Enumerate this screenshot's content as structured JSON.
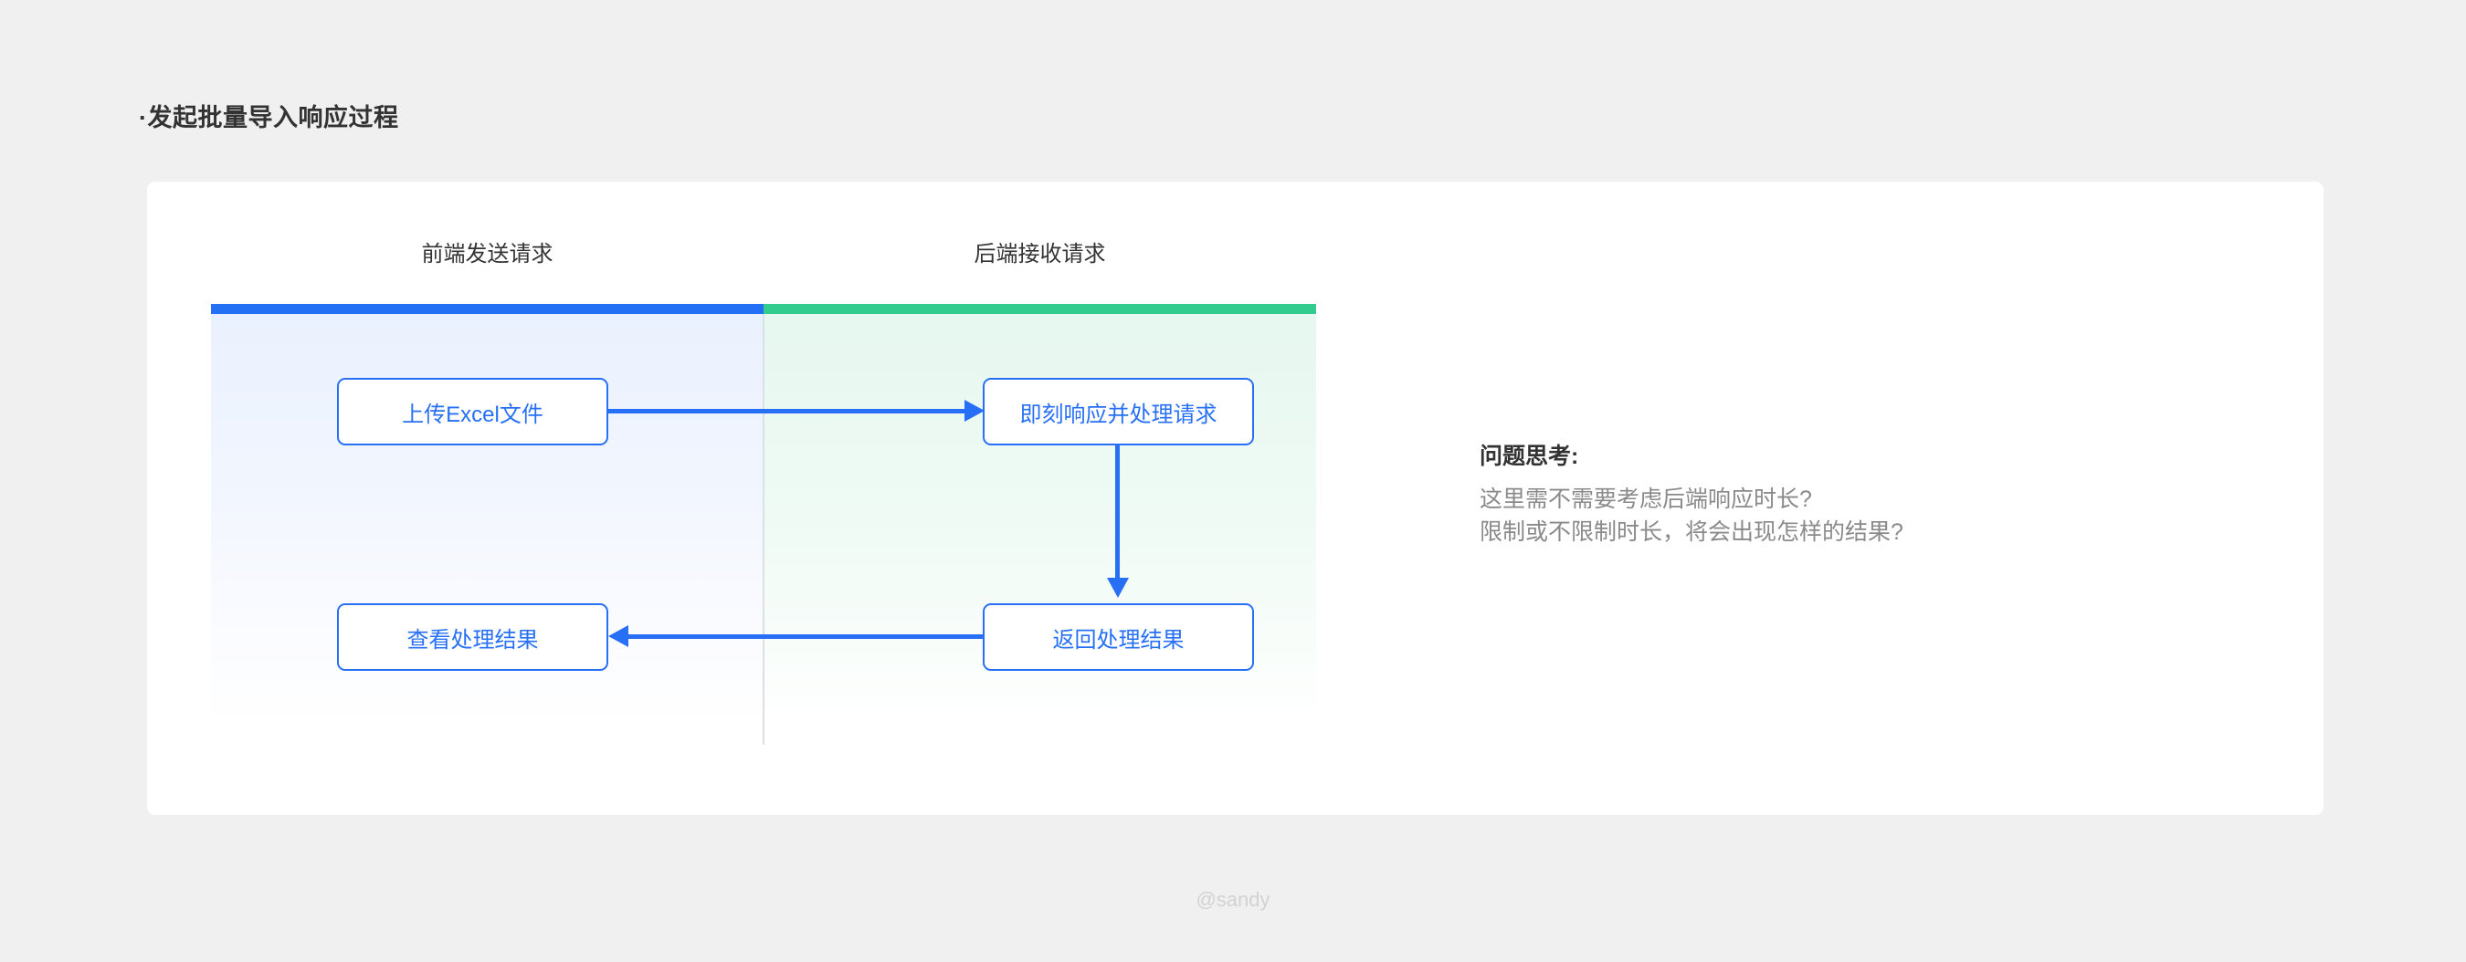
{
  "page": {
    "title": "·发起批量导入响应过程",
    "background_color": "#f0f0f0",
    "watermark": "@sandy"
  },
  "card": {
    "background_color": "#ffffff"
  },
  "diagram": {
    "type": "swimlane-flowchart",
    "lanes": [
      {
        "id": "frontend",
        "header": "前端发送请求",
        "bar_color": "#2370f4",
        "body_color": "#eaf1fe"
      },
      {
        "id": "backend",
        "header": "后端接收请求",
        "bar_color": "#33cc8f",
        "body_color": "#e6f8ef"
      }
    ],
    "nodes": [
      {
        "id": "upload-excel",
        "label": "上传Excel文件",
        "lane": "frontend",
        "row": 1
      },
      {
        "id": "respond-handle",
        "label": "即刻响应并处理请求",
        "lane": "backend",
        "row": 1
      },
      {
        "id": "view-result",
        "label": "查看处理结果",
        "lane": "frontend",
        "row": 2
      },
      {
        "id": "return-result",
        "label": "返回处理结果",
        "lane": "backend",
        "row": 2
      }
    ],
    "edges": [
      {
        "id": "upload-to-respond",
        "from": "upload-excel",
        "to": "respond-handle",
        "direction": "right"
      },
      {
        "id": "respond-to-return",
        "from": "respond-handle",
        "to": "return-result",
        "direction": "down"
      },
      {
        "id": "return-to-view",
        "from": "return-result",
        "to": "view-result",
        "direction": "left"
      }
    ],
    "accent_color": "#2770f5",
    "divider_color": "#dcdfe4"
  },
  "notes": {
    "title": "问题思考:",
    "lines": [
      "这里需不需要考虑后端响应时长?",
      "限制或不限制时长，将会出现怎样的结果?"
    ]
  }
}
